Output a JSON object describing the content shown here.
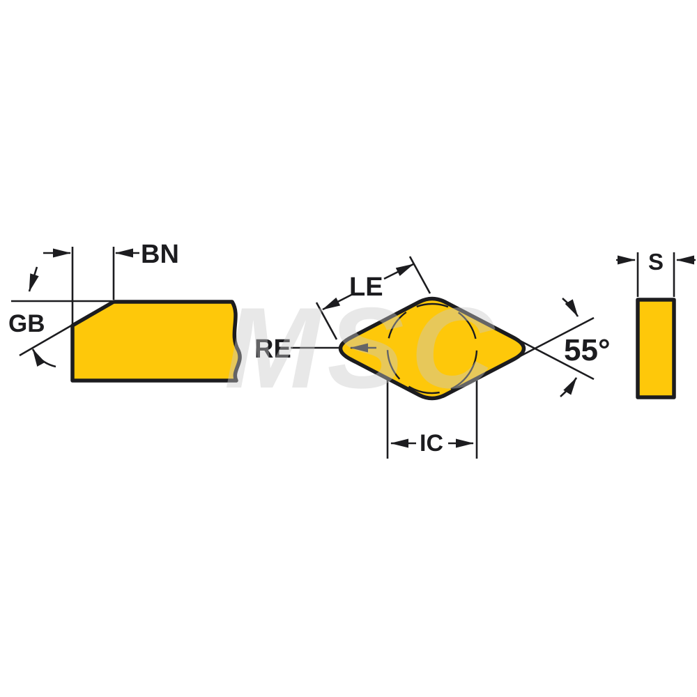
{
  "colors": {
    "background": "#ffffff",
    "insert_fill": "#fec80a",
    "line": "#1c1c1f",
    "watermark": "#c9c9c9"
  },
  "watermark": {
    "text": "MSC"
  },
  "views": {
    "side_profile": {
      "labels": {
        "bn": "BN",
        "gb": "GB"
      }
    },
    "top": {
      "labels": {
        "le": "LE",
        "re": "RE",
        "ic": "IC",
        "angle": "55°"
      }
    },
    "thickness": {
      "labels": {
        "s": "S"
      }
    }
  }
}
